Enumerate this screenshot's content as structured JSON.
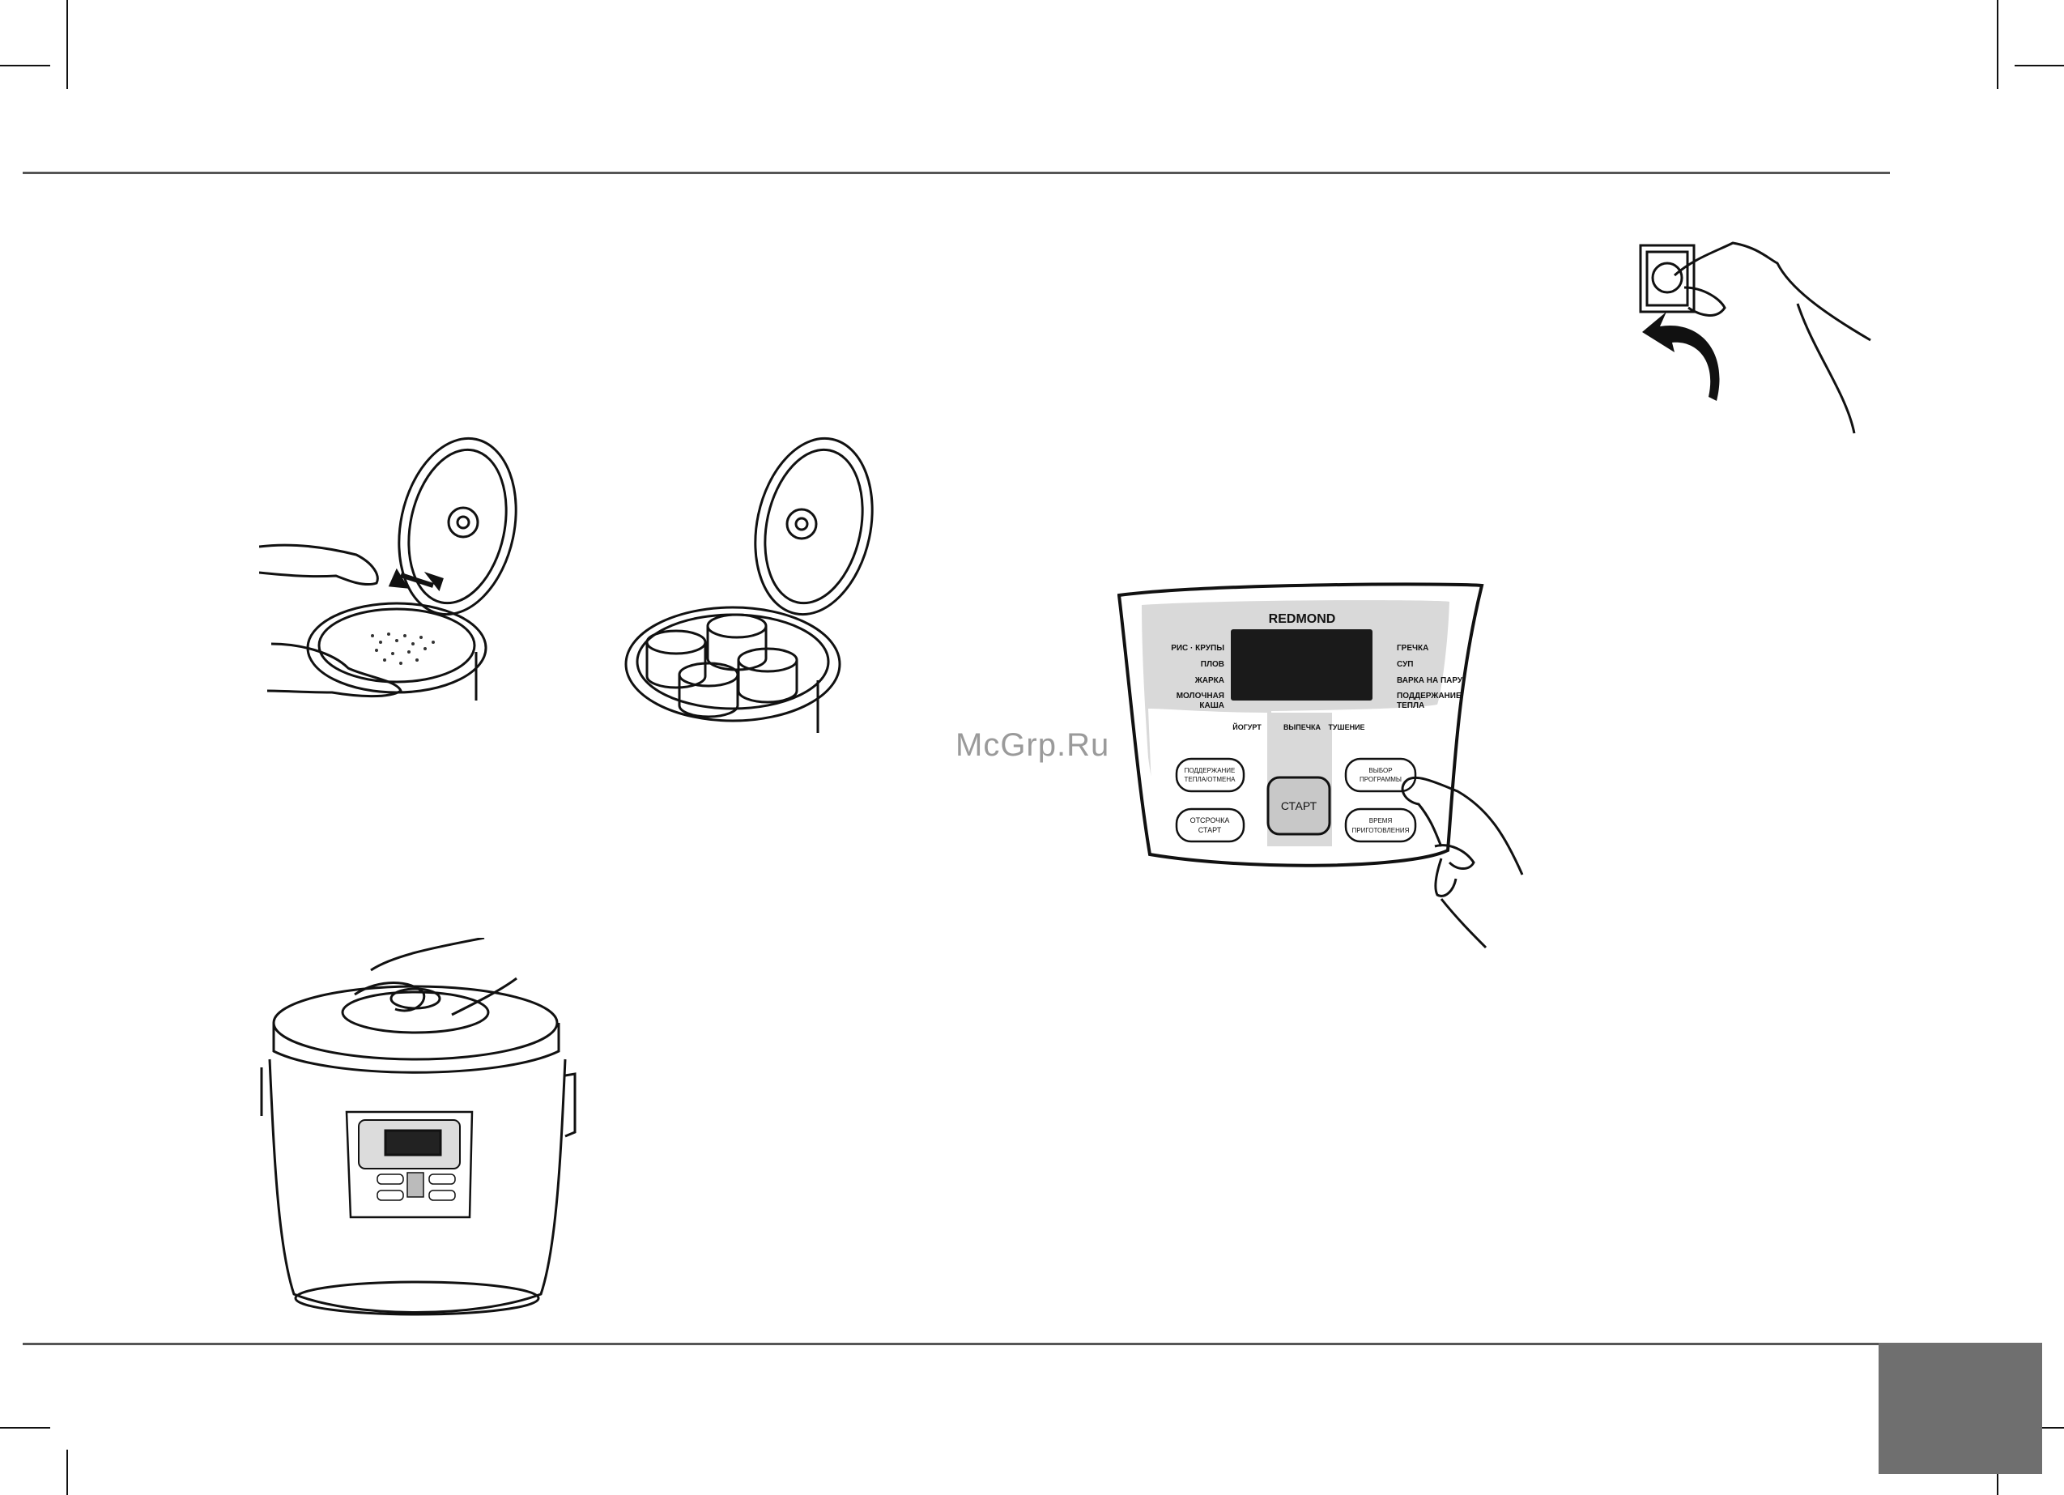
{
  "watermark": "McGrp.Ru",
  "panel": {
    "brand": "REDMOND",
    "left_programs": [
      "РИС · КРУПЫ",
      "ПЛОВ",
      "ЖАРКА",
      "МОЛОЧНАЯ",
      "КАША"
    ],
    "right_programs": [
      "ГРЕЧКА",
      "СУП",
      "ВАРКА НА ПАРУ",
      "ПОДДЕРЖАНИЕ",
      "ТЕПЛА"
    ],
    "bottom_programs": [
      "ЙОГУРТ",
      "ВЫПЕЧКА",
      "ТУШЕНИЕ"
    ],
    "buttons": {
      "keep_warm_line1": "ПОДДЕРЖАНИЕ",
      "keep_warm_line2": "ТЕПЛА/ОТМЕНА",
      "delay_line1": "ОТСРОЧКА",
      "delay_line2": "СТАРТ",
      "start": "СТАРТ",
      "program_line1": "ВЫБОР",
      "program_line2": "ПРОГРАММЫ",
      "time_line1": "ВРЕМЯ",
      "time_line2": "ПРИГОТОВЛЕНИЯ"
    }
  },
  "colors": {
    "page_tab": "#6f6f6f",
    "panel_gray": "#d9d9d9",
    "rule": "#555555"
  }
}
